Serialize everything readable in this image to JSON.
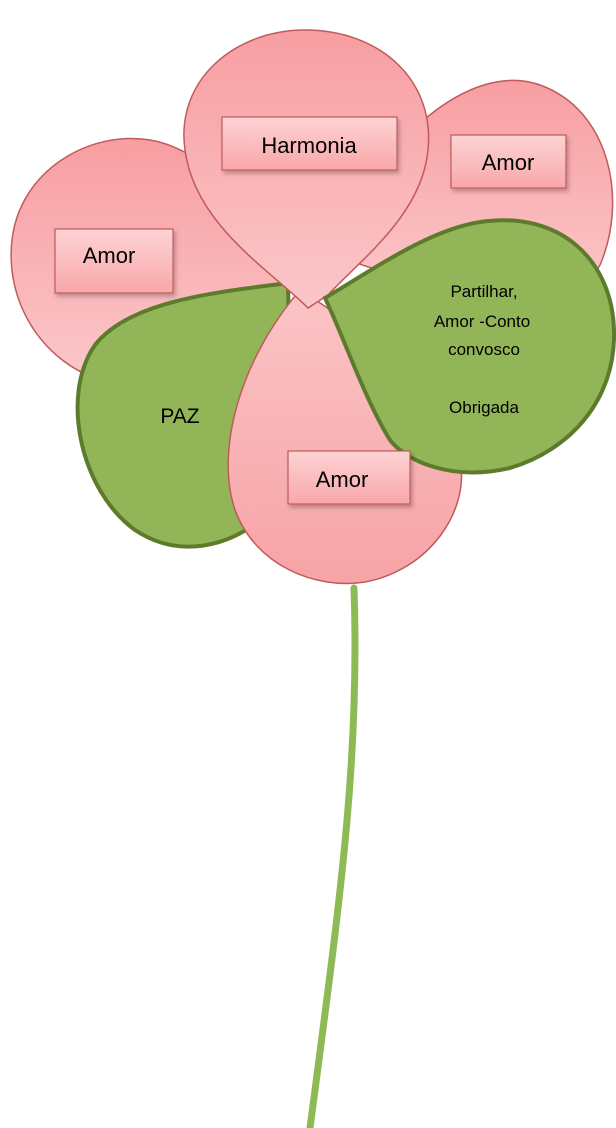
{
  "colors": {
    "petal_pink": "#f7a3a6",
    "petal_pink_light": "#fbc4c6",
    "petal_stroke": "#c05a5c",
    "box_fill": "#fbbcbd",
    "box_stroke": "#c05a5c",
    "leaf_green": "#92b657",
    "leaf_stroke": "#5e7b2c",
    "stem_green": "#8cbb56",
    "background": "#ffffff"
  },
  "flower": {
    "petal_top_label": "Harmonia",
    "petal_right_label": "Amor",
    "petal_left_label": "Amor",
    "petal_bottom_label": "Amor",
    "leaf_left_label": "PAZ",
    "leaf_right_lines": [
      "Partilhar,",
      "Amor -Conto",
      "convosco",
      "",
      "Obrigada"
    ]
  }
}
